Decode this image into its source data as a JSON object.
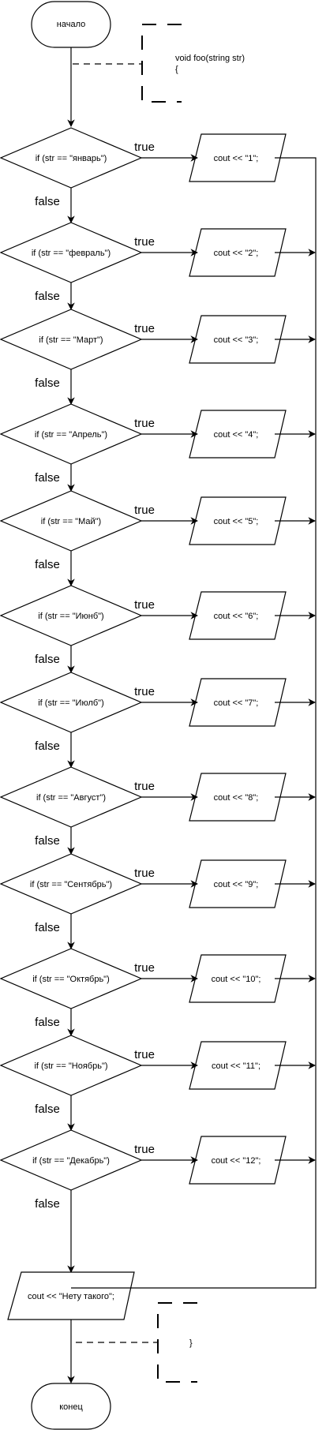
{
  "start": {
    "label": "начало"
  },
  "end": {
    "label": "конец"
  },
  "annotations": {
    "top": [
      "void foo(string str)",
      "{"
    ],
    "bottom": [
      "}"
    ]
  },
  "edge_labels": {
    "true": "true",
    "false": "false"
  },
  "decisions": [
    {
      "condition": "if (str == \"январь\")",
      "output": "cout << \"1\";"
    },
    {
      "condition": "if (str == \"февраль\")",
      "output": "cout << \"2\";"
    },
    {
      "condition": "if (str == \"Март\")",
      "output": "cout << \"3\";"
    },
    {
      "condition": "if (str == \"Апрель\")",
      "output": "cout << \"4\";"
    },
    {
      "condition": "if (str == \"Май\")",
      "output": "cout << \"5\";"
    },
    {
      "condition": "if (str == \"Июнб\")",
      "output": "cout << \"6\";"
    },
    {
      "condition": "if (str == \"Июлб\")",
      "output": "cout << \"7\";"
    },
    {
      "condition": "if (str == \"Август\")",
      "output": "cout << \"8\";"
    },
    {
      "condition": "if (str == \"Сентябрь\")",
      "output": "cout << \"9\";"
    },
    {
      "condition": "if (str == \"Октябрь\")",
      "output": "cout << \"10\";"
    },
    {
      "condition": "if (str == \"Ноябрь\")",
      "output": "cout << \"11\";"
    },
    {
      "condition": "if (str == \"Декабрь\")",
      "output": "cout << \"12\";"
    }
  ],
  "default_output": {
    "label": "cout << \"Нету такого\";"
  }
}
